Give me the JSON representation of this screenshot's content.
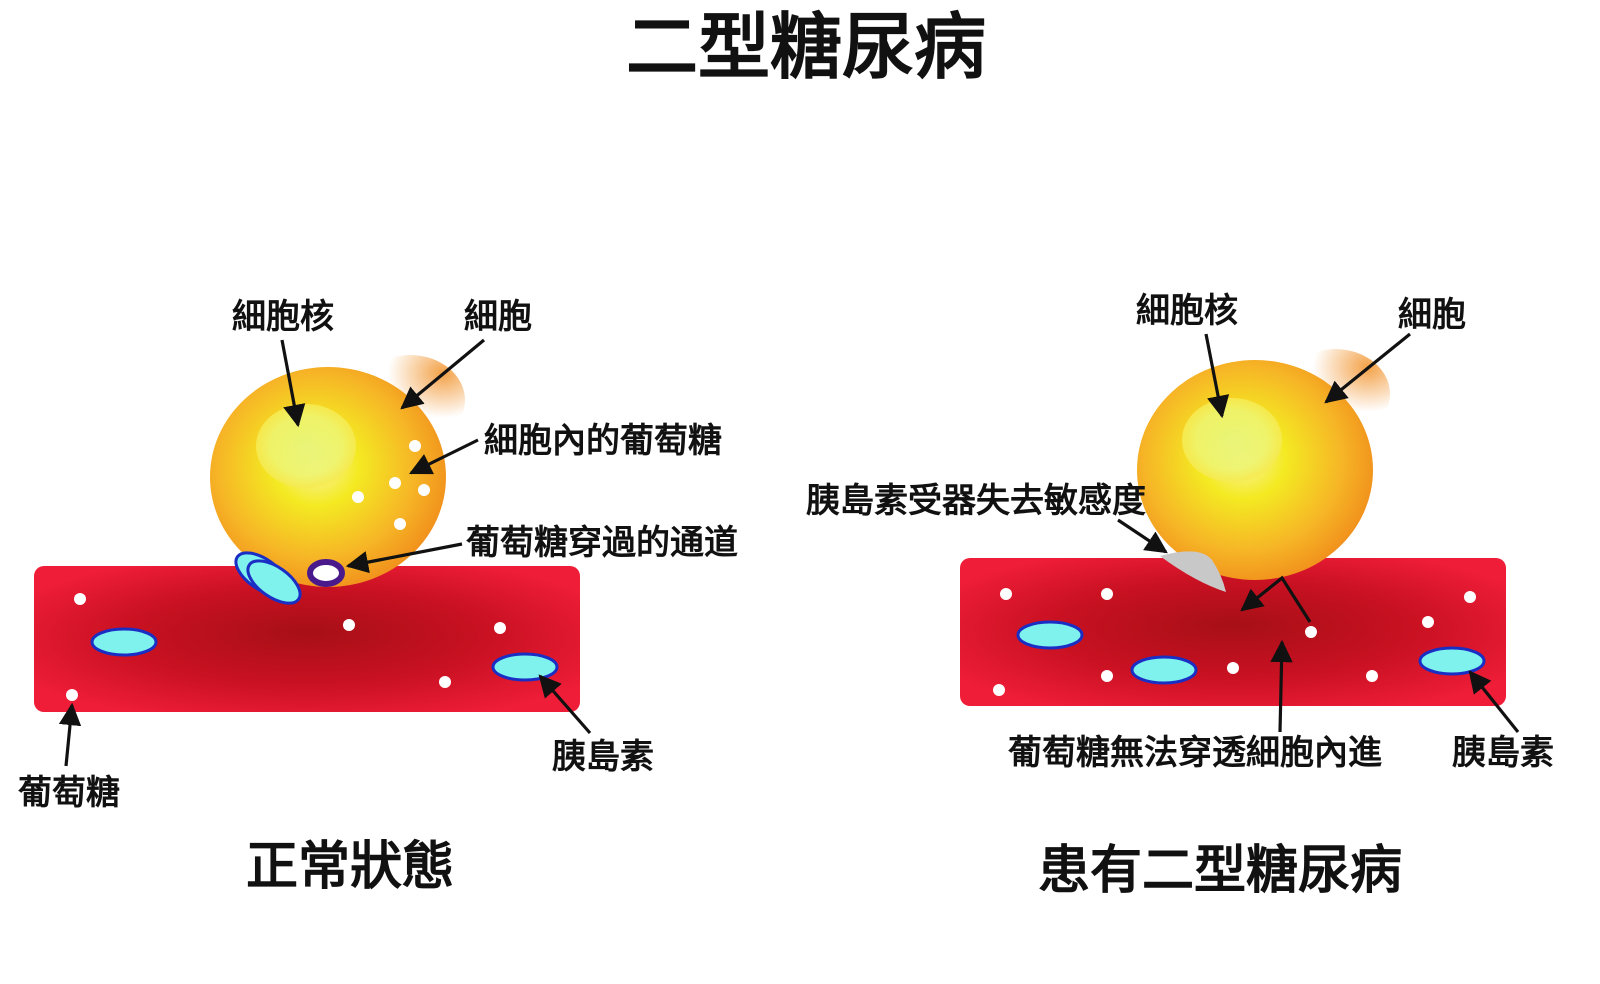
{
  "title": "二型糖尿病",
  "colors": {
    "vessel_red": "#e8162e",
    "vessel_dark": "#a70f16",
    "cell_orange": "#f39a1c",
    "cell_yellow": "#f4ea22",
    "insulin_fill": "#7ff2ee",
    "insulin_stroke": "#1b2ec4",
    "channel_stroke": "#4a1a8c",
    "receptor_gray": "#c8c8c8"
  },
  "panels": {
    "normal": {
      "caption": "正常狀態",
      "labels": {
        "nucleus": "細胞核",
        "cell": "細胞",
        "glucose_in_cell": "細胞內的葡萄糖",
        "channel": "葡萄糖穿過的通道",
        "glucose": "葡萄糖",
        "insulin": "胰島素"
      }
    },
    "diabetic": {
      "caption": "患有二型糖尿病",
      "labels": {
        "nucleus": "細胞核",
        "cell": "細胞",
        "receptor_insensitive": "胰島素受器失去敏感度",
        "glucose_blocked": "葡萄糖無法穿透細胞內進",
        "insulin": "胰島素"
      }
    }
  }
}
